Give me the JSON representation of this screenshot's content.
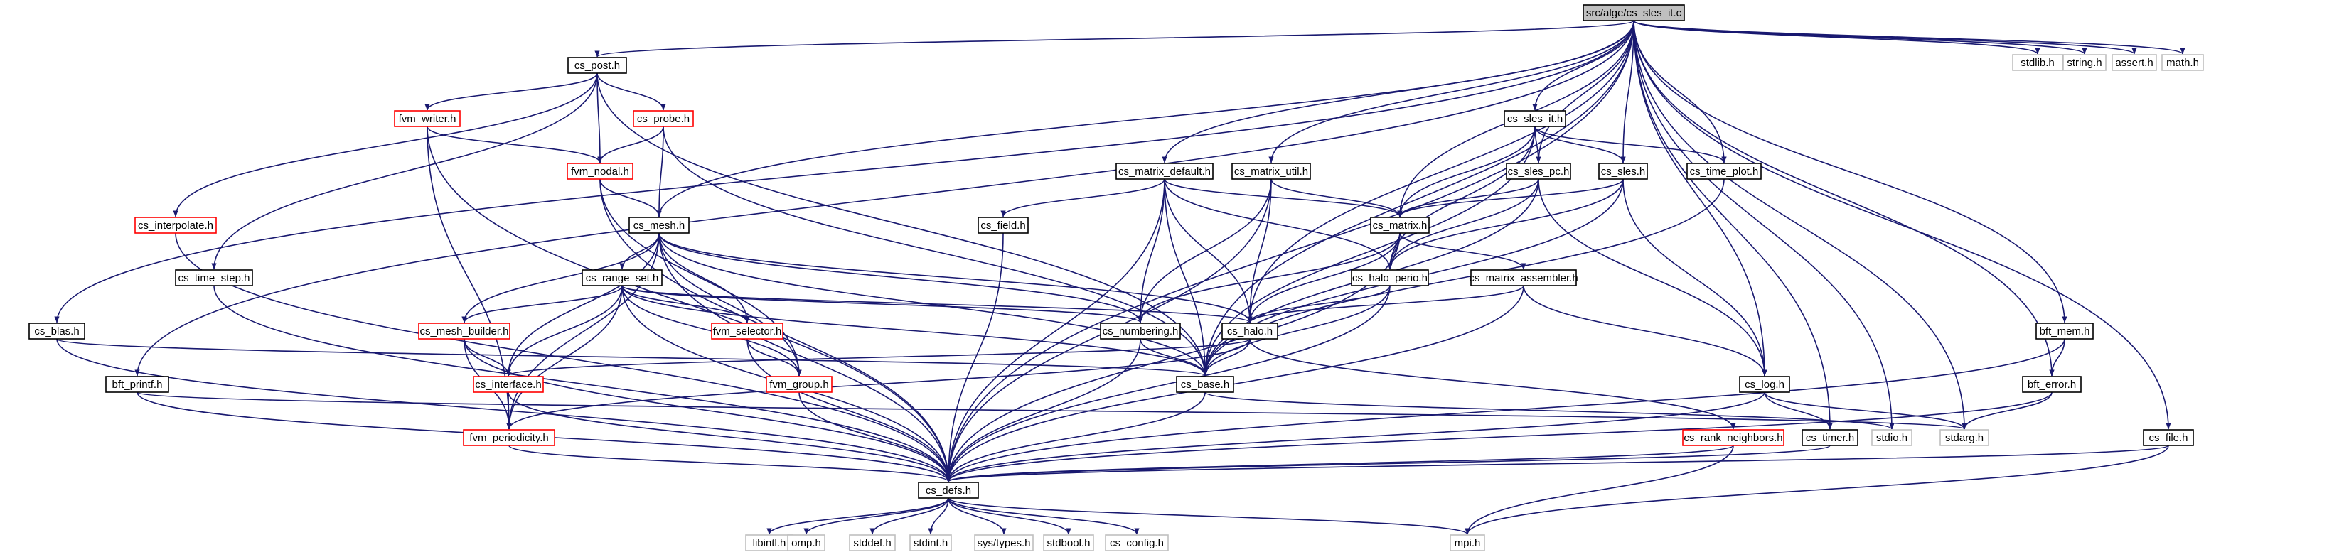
{
  "colors": {
    "edge": "#191970",
    "root_fill": "#bfbfbf",
    "normal_fill": "#ffffff",
    "normal_stroke": "#000000",
    "linked_stroke": "#ff0000",
    "system_stroke": "#bfbfbf",
    "system_text": "#000000"
  },
  "nodes": [
    {
      "id": "root",
      "label": "src/alge/cs_sles_it.c",
      "kind": "root"
    },
    {
      "id": "stdlib",
      "label": "stdlib.h",
      "kind": "system"
    },
    {
      "id": "string",
      "label": "string.h",
      "kind": "system"
    },
    {
      "id": "assert",
      "label": "assert.h",
      "kind": "system"
    },
    {
      "id": "math",
      "label": "math.h",
      "kind": "system"
    },
    {
      "id": "cs_post",
      "label": "cs_post.h",
      "kind": "normal"
    },
    {
      "id": "fvm_writer",
      "label": "fvm_writer.h",
      "kind": "linked"
    },
    {
      "id": "cs_probe",
      "label": "cs_probe.h",
      "kind": "linked"
    },
    {
      "id": "fvm_nodal",
      "label": "fvm_nodal.h",
      "kind": "linked"
    },
    {
      "id": "cs_interpolate",
      "label": "cs_interpolate.h",
      "kind": "linked"
    },
    {
      "id": "cs_time_step",
      "label": "cs_time_step.h",
      "kind": "normal"
    },
    {
      "id": "cs_mesh",
      "label": "cs_mesh.h",
      "kind": "normal"
    },
    {
      "id": "cs_range_set",
      "label": "cs_range_set.h",
      "kind": "normal"
    },
    {
      "id": "cs_mesh_builder",
      "label": "cs_mesh_builder.h",
      "kind": "linked"
    },
    {
      "id": "fvm_selector",
      "label": "fvm_selector.h",
      "kind": "linked"
    },
    {
      "id": "fvm_group",
      "label": "fvm_group.h",
      "kind": "linked"
    },
    {
      "id": "cs_interface",
      "label": "cs_interface.h",
      "kind": "linked"
    },
    {
      "id": "fvm_periodicity",
      "label": "fvm_periodicity.h",
      "kind": "linked"
    },
    {
      "id": "cs_blas",
      "label": "cs_blas.h",
      "kind": "normal"
    },
    {
      "id": "bft_printf",
      "label": "bft_printf.h",
      "kind": "normal"
    },
    {
      "id": "cs_matrix_default",
      "label": "cs_matrix_default.h",
      "kind": "normal"
    },
    {
      "id": "cs_field",
      "label": "cs_field.h",
      "kind": "normal"
    },
    {
      "id": "cs_matrix_util",
      "label": "cs_matrix_util.h",
      "kind": "normal"
    },
    {
      "id": "cs_matrix",
      "label": "cs_matrix.h",
      "kind": "normal"
    },
    {
      "id": "cs_halo_perio",
      "label": "cs_halo_perio.h",
      "kind": "normal"
    },
    {
      "id": "cs_matrix_assembler",
      "label": "cs_matrix_assembler.h",
      "kind": "normal"
    },
    {
      "id": "cs_numbering",
      "label": "cs_numbering.h",
      "kind": "normal"
    },
    {
      "id": "cs_halo",
      "label": "cs_halo.h",
      "kind": "normal"
    },
    {
      "id": "cs_base",
      "label": "cs_base.h",
      "kind": "normal"
    },
    {
      "id": "cs_sles_it",
      "label": "cs_sles_it.h",
      "kind": "normal"
    },
    {
      "id": "cs_sles_pc",
      "label": "cs_sles_pc.h",
      "kind": "normal"
    },
    {
      "id": "cs_sles",
      "label": "cs_sles.h",
      "kind": "normal"
    },
    {
      "id": "cs_time_plot",
      "label": "cs_time_plot.h",
      "kind": "normal"
    },
    {
      "id": "cs_log",
      "label": "cs_log.h",
      "kind": "normal"
    },
    {
      "id": "cs_rank_neighbors",
      "label": "cs_rank_neighbors.h",
      "kind": "linked"
    },
    {
      "id": "cs_timer",
      "label": "cs_timer.h",
      "kind": "normal"
    },
    {
      "id": "stdio",
      "label": "stdio.h",
      "kind": "system"
    },
    {
      "id": "stdarg",
      "label": "stdarg.h",
      "kind": "system"
    },
    {
      "id": "bft_mem",
      "label": "bft_mem.h",
      "kind": "normal"
    },
    {
      "id": "bft_error",
      "label": "bft_error.h",
      "kind": "normal"
    },
    {
      "id": "cs_file",
      "label": "cs_file.h",
      "kind": "normal"
    },
    {
      "id": "cs_defs",
      "label": "cs_defs.h",
      "kind": "normal"
    },
    {
      "id": "libintl",
      "label": "libintl.h",
      "kind": "system"
    },
    {
      "id": "omp",
      "label": "omp.h",
      "kind": "system"
    },
    {
      "id": "stddef",
      "label": "stddef.h",
      "kind": "system"
    },
    {
      "id": "stdint",
      "label": "stdint.h",
      "kind": "system"
    },
    {
      "id": "systypes",
      "label": "sys/types.h",
      "kind": "system"
    },
    {
      "id": "stdbool",
      "label": "stdbool.h",
      "kind": "system"
    },
    {
      "id": "cs_config",
      "label": "cs_config.h",
      "kind": "system"
    },
    {
      "id": "mpi",
      "label": "mpi.h",
      "kind": "system"
    }
  ],
  "edges": [
    [
      "root",
      "stdlib"
    ],
    [
      "root",
      "string"
    ],
    [
      "root",
      "assert"
    ],
    [
      "root",
      "math"
    ],
    [
      "root",
      "cs_post"
    ],
    [
      "root",
      "cs_mesh"
    ],
    [
      "root",
      "cs_blas"
    ],
    [
      "root",
      "cs_defs"
    ],
    [
      "root",
      "bft_printf"
    ],
    [
      "root",
      "cs_matrix_default"
    ],
    [
      "root",
      "cs_matrix_util"
    ],
    [
      "root",
      "cs_matrix"
    ],
    [
      "root",
      "cs_halo"
    ],
    [
      "root",
      "cs_sles_it"
    ],
    [
      "root",
      "cs_sles_pc"
    ],
    [
      "root",
      "cs_sles"
    ],
    [
      "root",
      "cs_time_plot"
    ],
    [
      "root",
      "cs_base"
    ],
    [
      "root",
      "cs_log"
    ],
    [
      "root",
      "cs_timer"
    ],
    [
      "root",
      "stdio"
    ],
    [
      "root",
      "stdarg"
    ],
    [
      "root",
      "bft_mem"
    ],
    [
      "root",
      "bft_error"
    ],
    [
      "root",
      "cs_file"
    ],
    [
      "cs_post",
      "fvm_writer"
    ],
    [
      "cs_post",
      "cs_probe"
    ],
    [
      "cs_post",
      "fvm_nodal"
    ],
    [
      "cs_post",
      "cs_interpolate"
    ],
    [
      "cs_post",
      "cs_time_step"
    ],
    [
      "cs_post",
      "cs_base"
    ],
    [
      "fvm_writer",
      "fvm_nodal"
    ],
    [
      "fvm_writer",
      "cs_defs"
    ],
    [
      "fvm_writer",
      "fvm_periodicity"
    ],
    [
      "cs_probe",
      "fvm_nodal"
    ],
    [
      "cs_probe",
      "cs_mesh"
    ],
    [
      "cs_probe",
      "cs_base"
    ],
    [
      "fvm_nodal",
      "cs_mesh"
    ],
    [
      "fvm_nodal",
      "fvm_group"
    ],
    [
      "fvm_nodal",
      "cs_defs"
    ],
    [
      "cs_interpolate",
      "cs_defs"
    ],
    [
      "cs_time_step",
      "cs_defs"
    ],
    [
      "cs_mesh",
      "cs_range_set"
    ],
    [
      "cs_mesh",
      "cs_mesh_builder"
    ],
    [
      "cs_mesh",
      "fvm_selector"
    ],
    [
      "cs_mesh",
      "fvm_group"
    ],
    [
      "cs_mesh",
      "cs_interface"
    ],
    [
      "cs_mesh",
      "fvm_periodicity"
    ],
    [
      "cs_mesh",
      "cs_numbering"
    ],
    [
      "cs_mesh",
      "cs_halo"
    ],
    [
      "cs_mesh",
      "cs_base"
    ],
    [
      "cs_mesh",
      "cs_defs"
    ],
    [
      "cs_range_set",
      "cs_mesh_builder"
    ],
    [
      "cs_range_set",
      "fvm_selector"
    ],
    [
      "cs_range_set",
      "fvm_group"
    ],
    [
      "cs_range_set",
      "cs_interface"
    ],
    [
      "cs_range_set",
      "fvm_periodicity"
    ],
    [
      "cs_range_set",
      "cs_numbering"
    ],
    [
      "cs_range_set",
      "cs_halo"
    ],
    [
      "cs_range_set",
      "cs_base"
    ],
    [
      "cs_range_set",
      "cs_defs"
    ],
    [
      "cs_mesh_builder",
      "cs_interface"
    ],
    [
      "cs_mesh_builder",
      "fvm_periodicity"
    ],
    [
      "cs_mesh_builder",
      "cs_defs"
    ],
    [
      "fvm_selector",
      "fvm_group"
    ],
    [
      "fvm_selector",
      "cs_defs"
    ],
    [
      "fvm_group",
      "cs_defs"
    ],
    [
      "cs_interface",
      "fvm_periodicity"
    ],
    [
      "cs_interface",
      "cs_defs"
    ],
    [
      "fvm_periodicity",
      "cs_defs"
    ],
    [
      "cs_blas",
      "cs_base"
    ],
    [
      "cs_blas",
      "cs_defs"
    ],
    [
      "bft_printf",
      "cs_defs"
    ],
    [
      "bft_printf",
      "stdarg"
    ],
    [
      "cs_matrix_default",
      "cs_field"
    ],
    [
      "cs_matrix_default",
      "cs_matrix"
    ],
    [
      "cs_matrix_default",
      "cs_halo_perio"
    ],
    [
      "cs_matrix_default",
      "cs_numbering"
    ],
    [
      "cs_matrix_default",
      "cs_halo"
    ],
    [
      "cs_matrix_default",
      "cs_base"
    ],
    [
      "cs_matrix_default",
      "cs_defs"
    ],
    [
      "cs_field",
      "cs_defs"
    ],
    [
      "cs_matrix_util",
      "cs_matrix"
    ],
    [
      "cs_matrix_util",
      "cs_numbering"
    ],
    [
      "cs_matrix_util",
      "cs_halo"
    ],
    [
      "cs_matrix_util",
      "cs_defs"
    ],
    [
      "cs_matrix",
      "cs_halo_perio"
    ],
    [
      "cs_matrix",
      "cs_matrix_assembler"
    ],
    [
      "cs_matrix",
      "cs_numbering"
    ],
    [
      "cs_matrix",
      "cs_halo"
    ],
    [
      "cs_matrix",
      "cs_defs"
    ],
    [
      "cs_halo_perio",
      "cs_halo"
    ],
    [
      "cs_halo_perio",
      "cs_base"
    ],
    [
      "cs_halo_perio",
      "cs_defs"
    ],
    [
      "cs_matrix_assembler",
      "cs_halo"
    ],
    [
      "cs_matrix_assembler",
      "cs_log"
    ],
    [
      "cs_matrix_assembler",
      "cs_defs"
    ],
    [
      "cs_numbering",
      "cs_base"
    ],
    [
      "cs_numbering",
      "cs_defs"
    ],
    [
      "cs_halo",
      "cs_interface"
    ],
    [
      "cs_halo",
      "fvm_periodicity"
    ],
    [
      "cs_halo",
      "cs_rank_neighbors"
    ],
    [
      "cs_halo",
      "cs_base"
    ],
    [
      "cs_base",
      "cs_defs"
    ],
    [
      "cs_base",
      "stdio"
    ],
    [
      "cs_sles_it",
      "cs_matrix"
    ],
    [
      "cs_sles_it",
      "cs_sles_pc"
    ],
    [
      "cs_sles_it",
      "cs_sles"
    ],
    [
      "cs_sles_it",
      "cs_time_plot"
    ],
    [
      "cs_sles_it",
      "cs_halo_perio"
    ],
    [
      "cs_sles_it",
      "cs_base"
    ],
    [
      "cs_sles_pc",
      "cs_matrix"
    ],
    [
      "cs_sles_pc",
      "cs_halo_perio"
    ],
    [
      "cs_sles_pc",
      "cs_log"
    ],
    [
      "cs_sles_pc",
      "cs_base"
    ],
    [
      "cs_sles",
      "cs_matrix"
    ],
    [
      "cs_sles",
      "cs_halo_perio"
    ],
    [
      "cs_sles",
      "cs_log"
    ],
    [
      "cs_sles",
      "cs_base"
    ],
    [
      "cs_time_plot",
      "cs_base"
    ],
    [
      "cs_log",
      "cs_timer"
    ],
    [
      "cs_log",
      "stdarg"
    ],
    [
      "cs_log",
      "cs_defs"
    ],
    [
      "cs_rank_neighbors",
      "cs_defs"
    ],
    [
      "cs_rank_neighbors",
      "mpi"
    ],
    [
      "cs_timer",
      "cs_defs"
    ],
    [
      "bft_mem",
      "bft_error"
    ],
    [
      "bft_mem",
      "cs_defs"
    ],
    [
      "bft_error",
      "stdarg"
    ],
    [
      "bft_error",
      "cs_defs"
    ],
    [
      "cs_file",
      "cs_defs"
    ],
    [
      "cs_file",
      "mpi"
    ],
    [
      "cs_defs",
      "libintl"
    ],
    [
      "cs_defs",
      "omp"
    ],
    [
      "cs_defs",
      "stddef"
    ],
    [
      "cs_defs",
      "stdint"
    ],
    [
      "cs_defs",
      "systypes"
    ],
    [
      "cs_defs",
      "stdbool"
    ],
    [
      "cs_defs",
      "cs_config"
    ],
    [
      "cs_defs",
      "mpi"
    ]
  ]
}
